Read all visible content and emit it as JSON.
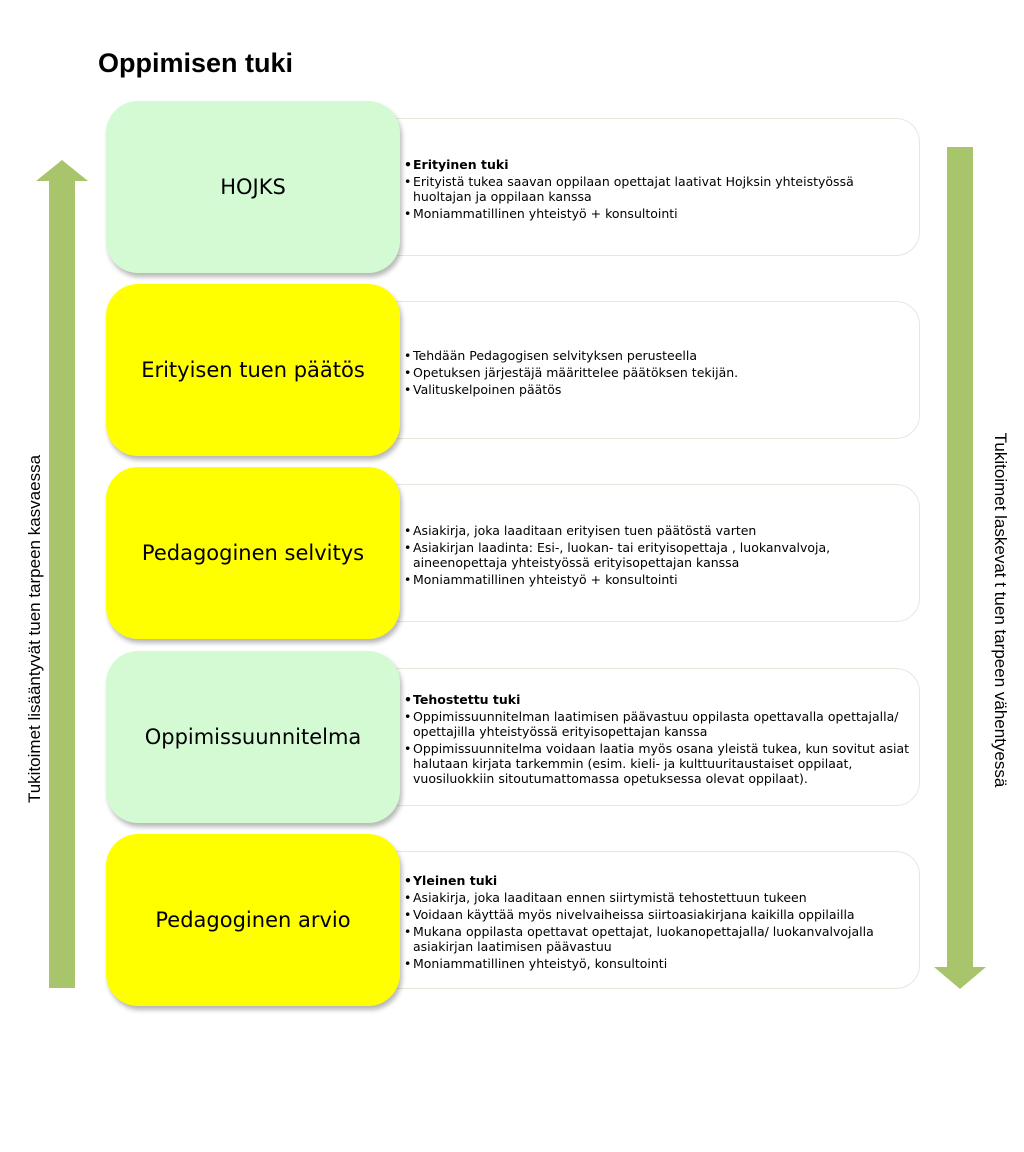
{
  "title": "Oppimisen tuki",
  "colors": {
    "green_card": "#d4fad4",
    "yellow_card": "#ffff00",
    "arrow": "#a8c56b"
  },
  "arrows": {
    "left_label": "Tukitoimet lisääntyvät tuen tarpeen kasvaessa",
    "right_label": "Tukitoimet laskevat t tuen tarpeen vähentyessä"
  },
  "levels": [
    {
      "card": "HOJKS",
      "color": "green",
      "bullets": [
        {
          "text": "Erityinen tuki",
          "bold": true
        },
        {
          "text": "Erityistä tukea saavan oppilaan opettajat laativat Hojksin yhteistyössä huoltajan ja oppilaan kanssa",
          "bold": false
        },
        {
          "text": "Moniammatillinen yhteistyö + konsultointi",
          "bold": false
        }
      ]
    },
    {
      "card": "Erityisen tuen päätös",
      "color": "yellow",
      "bullets": [
        {
          "text": "Tehdään Pedagogisen selvityksen perusteella",
          "bold": false
        },
        {
          "text": "Opetuksen järjestäjä määrittelee päätöksen tekijän.",
          "bold": false
        },
        {
          "text": "Valituskelpoinen päätös",
          "bold": false
        }
      ]
    },
    {
      "card": "Pedagoginen selvitys",
      "color": "yellow",
      "bullets": [
        {
          "text": "Asiakirja, joka laaditaan erityisen tuen päätöstä varten",
          "bold": false
        },
        {
          "text": "Asiakirjan laadinta: Esi-, luokan- tai erityisopettaja , luokanvalvoja, aineenopettaja yhteistyössä erityisopettajan kanssa",
          "bold": false
        },
        {
          "text": "Moniammatillinen yhteistyö + konsultointi",
          "bold": false
        }
      ]
    },
    {
      "card": "Oppimissuunnitelma",
      "color": "green",
      "bullets": [
        {
          "text": "Tehostettu tuki",
          "bold": true
        },
        {
          "text": "Oppimissuunnitelman laatimisen päävastuu oppilasta opettavalla opettajalla/ opettajilla yhteistyössä erityisopettajan kanssa",
          "bold": false
        },
        {
          "text": "Oppimissuunnitelma voidaan laatia myös osana yleistä tukea, kun sovitut asiat halutaan kirjata tarkemmin (esim. kieli- ja kulttuuritaustaiset oppilaat, vuosiluokkiin sitoutumattomassa opetuksessa olevat oppilaat).",
          "bold": false
        }
      ]
    },
    {
      "card": "Pedagoginen arvio",
      "color": "yellow",
      "bullets": [
        {
          "text": "Yleinen tuki",
          "bold": true
        },
        {
          "text": "Asiakirja, joka laaditaan ennen siirtymistä tehostettuun tukeen",
          "bold": false
        },
        {
          "text": "Voidaan käyttää  myös nivelvaiheissa siirtoasiakirjana kaikilla oppilailla",
          "bold": false
        },
        {
          "text": "Mukana  oppilasta opettavat opettajat,  luokanopettajalla/ luokanvalvojalla asiakirjan laatimisen päävastuu",
          "bold": false
        },
        {
          "text": "Moniammatillinen yhteistyö, konsultointi",
          "bold": false
        }
      ]
    }
  ]
}
